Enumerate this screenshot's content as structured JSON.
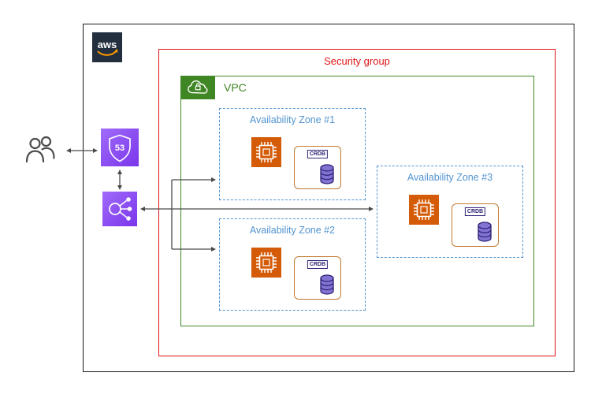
{
  "aws_cloud": {
    "logo_text": "aws"
  },
  "security_group": {
    "label": "Security group"
  },
  "vpc": {
    "label": "VPC"
  },
  "availability_zones": [
    {
      "label": "Availability Zone #1"
    },
    {
      "label": "Availability Zone #2"
    },
    {
      "label": "Availability Zone #3"
    }
  ],
  "crdb": {
    "label": "CRDB"
  },
  "route53": {
    "badge": "53"
  },
  "icons": {
    "users": "users-icon",
    "route53": "route53-shield-icon",
    "load_balancer": "load-balancer-icon",
    "ec2": "ec2-chip-icon",
    "vpc": "vpc-cloud-lock-icon",
    "database": "database-cylinder-icon",
    "aws": "aws-logo"
  },
  "colors": {
    "outer_border": "#1b1b1b",
    "sg_red": "#e01414",
    "vpc_green": "#3f8624",
    "az_blue": "#5294cf",
    "ec2_orange": "#d45b07",
    "crdb_border": "#c07a30",
    "db_purple": "#8273d3",
    "db_stroke": "#2e2477",
    "icon_purple_light": "#a06bfa",
    "icon_purple_dark": "#7a35ea",
    "arrow": "#4a4a4a",
    "aws_dark": "#232f3e",
    "aws_orange": "#ff9900"
  }
}
